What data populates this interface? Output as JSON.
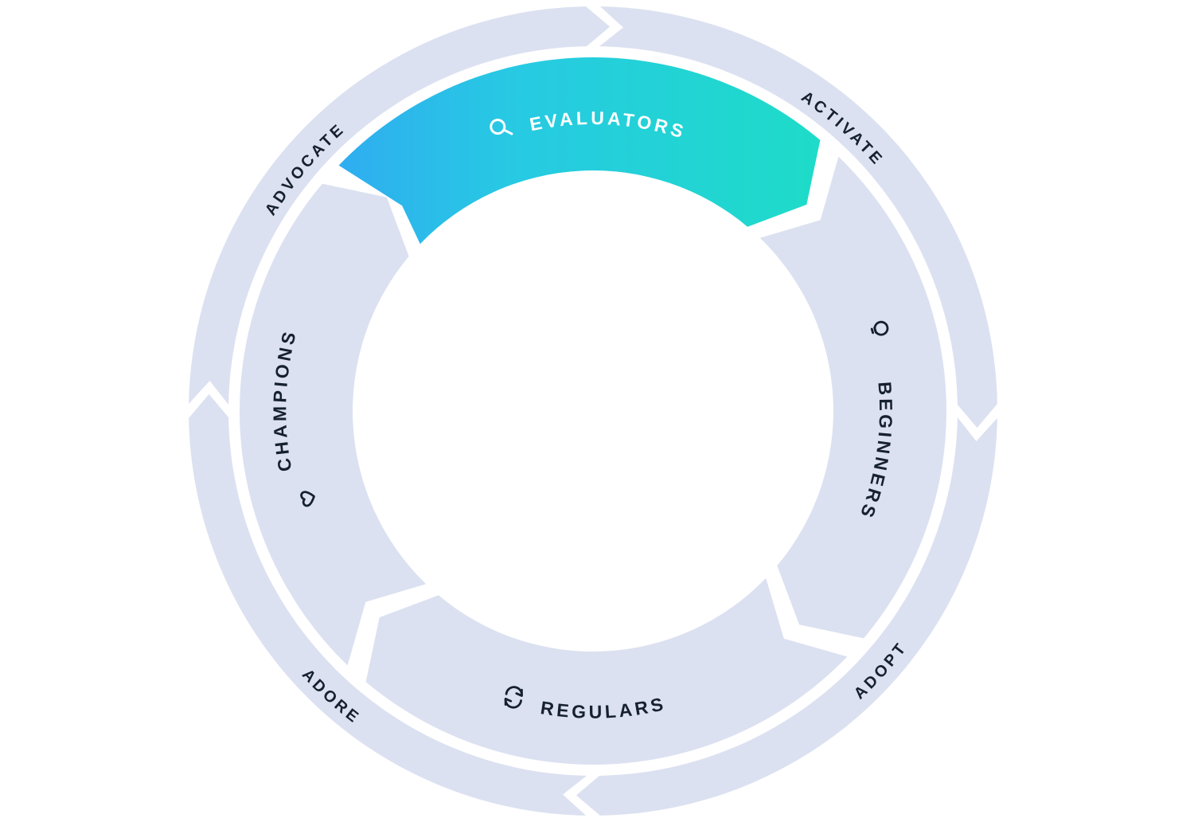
{
  "wheel": {
    "outer_phases": [
      {
        "id": "advocate",
        "label": "ADVOCATE"
      },
      {
        "id": "activate",
        "label": "ACTIVATE"
      },
      {
        "id": "adopt",
        "label": "ADOPT"
      },
      {
        "id": "adore",
        "label": "ADORE"
      }
    ],
    "stages": [
      {
        "id": "evaluators",
        "label": "EVALUATORS",
        "icon": "search-icon",
        "highlighted": true
      },
      {
        "id": "beginners",
        "label": "BEGINNERS",
        "icon": "lightbulb-icon",
        "highlighted": false
      },
      {
        "id": "regulars",
        "label": "REGULARS",
        "icon": "refresh-icon",
        "highlighted": false
      },
      {
        "id": "champions",
        "label": "CHAMPIONS",
        "icon": "heart-icon",
        "highlighted": false
      }
    ],
    "colors": {
      "ring": "#dce1f1",
      "highlight_gradient_start": "#2fadf0",
      "highlight_gradient_mid": "#27c9e3",
      "highlight_gradient_end": "#1edcc8",
      "label_dark": "#16212e",
      "label_light": "#ffffff",
      "background": "#ffffff"
    }
  }
}
